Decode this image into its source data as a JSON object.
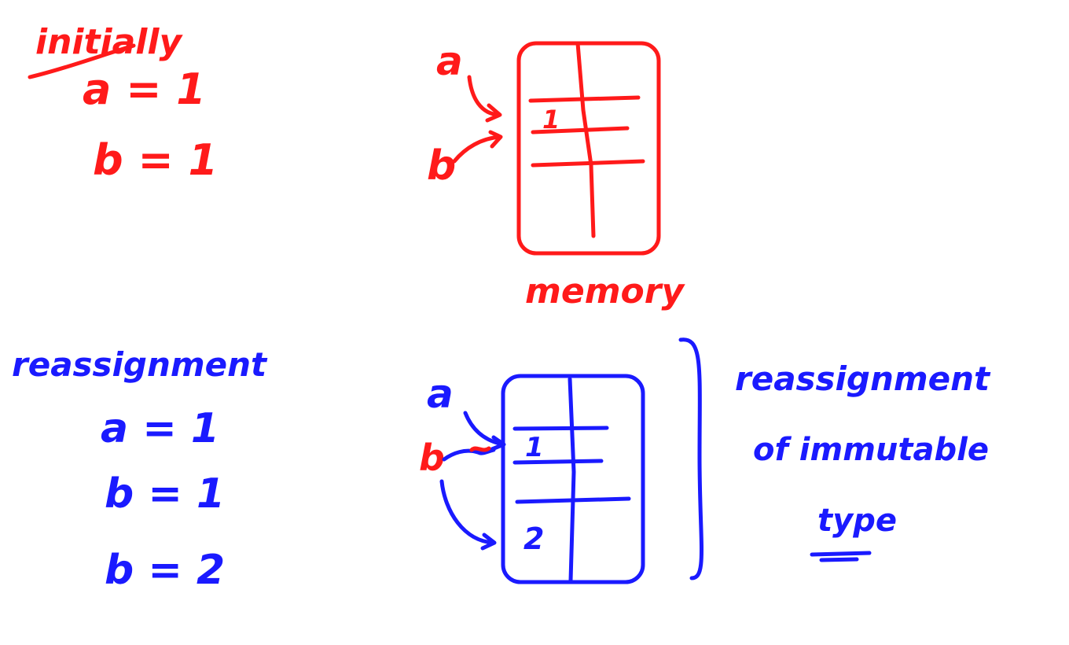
{
  "colors": {
    "red_ink": "#ff1a1a",
    "blue_ink": "#1a1aff",
    "background": "#ffffff"
  },
  "initial": {
    "heading": "initially",
    "line_a": "a = 1",
    "line_b": "b = 1"
  },
  "memory_top": {
    "pointer_a": "a",
    "pointer_b": "b",
    "cell_value": "1",
    "caption": "memory"
  },
  "reassign": {
    "heading": "reassignment",
    "line_1": "a = 1",
    "line_2": "b = 1",
    "line_3": "b = 2"
  },
  "memory_bottom": {
    "pointer_a": "a",
    "pointer_b": "b",
    "cell_1": "1",
    "cell_2": "2"
  },
  "note": {
    "line_1": "reassignment",
    "line_2": "of immutable",
    "line_3": "type"
  }
}
